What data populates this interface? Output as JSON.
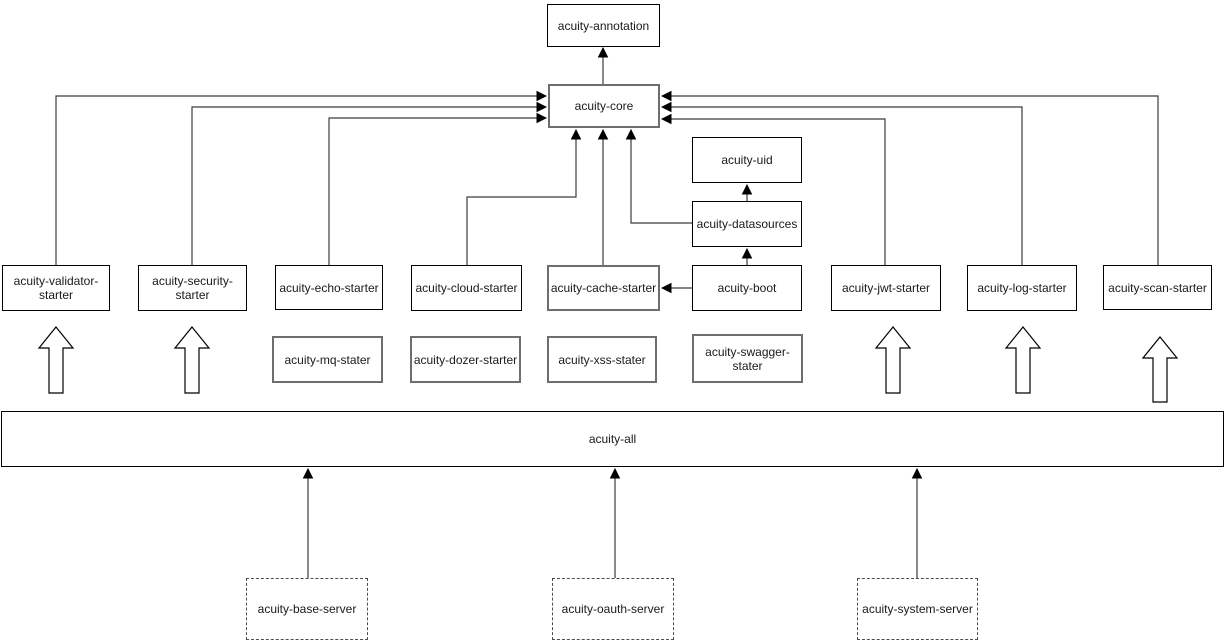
{
  "palette": {
    "background": "#ffffff",
    "box_border": "#000000",
    "gray_box_border": "#6e6e6e",
    "dashed_box_border": "#4d4d4d",
    "connector": "#3c3c3c",
    "text": "#1a1a1a"
  },
  "nodes": {
    "annotation": {
      "label": "acuity-annotation"
    },
    "core": {
      "label": "acuity-core"
    },
    "uid": {
      "label": "acuity-uid"
    },
    "datasources": {
      "label": "acuity-datasources"
    },
    "validator_starter": {
      "label": "acuity-validator-\nstarter"
    },
    "security_starter": {
      "label": "acuity-security-\nstarter"
    },
    "echo_starter": {
      "label": "acuity-echo-starter"
    },
    "cloud_starter": {
      "label": "acuity-cloud-starter"
    },
    "cache_starter": {
      "label": "acuity-cache-starter"
    },
    "boot": {
      "label": "acuity-boot"
    },
    "jwt_starter": {
      "label": "acuity-jwt-starter"
    },
    "log_starter": {
      "label": "acuity-log-starter"
    },
    "scan_starter": {
      "label": "acuity-scan-starter"
    },
    "mq_stater": {
      "label": "acuity-mq-stater"
    },
    "dozer_starter": {
      "label": "acuity-dozer-starter"
    },
    "xss_stater": {
      "label": "acuity-xss-stater"
    },
    "swagger_stater": {
      "label": "acuity-swagger-\nstater"
    },
    "all": {
      "label": "acuity-all"
    },
    "base_server": {
      "label": "acuity-base-server"
    },
    "oauth_server": {
      "label": "acuity-oauth-server"
    },
    "system_server": {
      "label": "acuity-system-server"
    }
  },
  "edges": [
    {
      "from": "acuity-core",
      "to": "acuity-annotation"
    },
    {
      "from": "acuity-validator-starter",
      "to": "acuity-core"
    },
    {
      "from": "acuity-security-starter",
      "to": "acuity-core"
    },
    {
      "from": "acuity-echo-starter",
      "to": "acuity-core"
    },
    {
      "from": "acuity-cloud-starter",
      "to": "acuity-core"
    },
    {
      "from": "acuity-cache-starter",
      "to": "acuity-core"
    },
    {
      "from": "acuity-datasources",
      "to": "acuity-core"
    },
    {
      "from": "acuity-jwt-starter",
      "to": "acuity-core"
    },
    {
      "from": "acuity-log-starter",
      "to": "acuity-core"
    },
    {
      "from": "acuity-scan-starter",
      "to": "acuity-core"
    },
    {
      "from": "acuity-boot",
      "to": "acuity-cache-starter"
    },
    {
      "from": "acuity-boot",
      "to": "acuity-datasources"
    },
    {
      "from": "acuity-datasources",
      "to": "acuity-uid"
    },
    {
      "from": "acuity-base-server",
      "to": "acuity-all"
    },
    {
      "from": "acuity-oauth-server",
      "to": "acuity-all"
    },
    {
      "from": "acuity-system-server",
      "to": "acuity-all"
    }
  ],
  "block_arrows": [
    {
      "from": "acuity-all",
      "to": "acuity-validator-starter"
    },
    {
      "from": "acuity-all",
      "to": "acuity-security-starter"
    },
    {
      "from": "acuity-all",
      "to": "acuity-jwt-starter"
    },
    {
      "from": "acuity-all",
      "to": "acuity-log-starter"
    },
    {
      "from": "acuity-all",
      "to": "acuity-scan-starter"
    }
  ]
}
